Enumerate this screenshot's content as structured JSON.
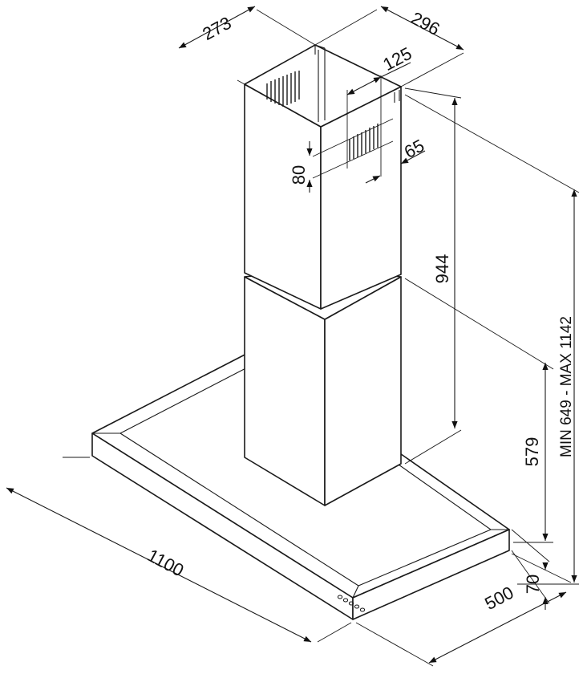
{
  "diagram": {
    "dimensions": {
      "chimney_depth": "273",
      "chimney_width": "296",
      "outlet_width": "125",
      "outlet_height": "80",
      "outlet_offset": "65",
      "chimney_height": "944",
      "lower_chimney_height": "579",
      "overall_height": "MIN 649 - MAX 1142",
      "canopy_height": "70",
      "canopy_width": "1100",
      "canopy_depth": "500"
    }
  }
}
